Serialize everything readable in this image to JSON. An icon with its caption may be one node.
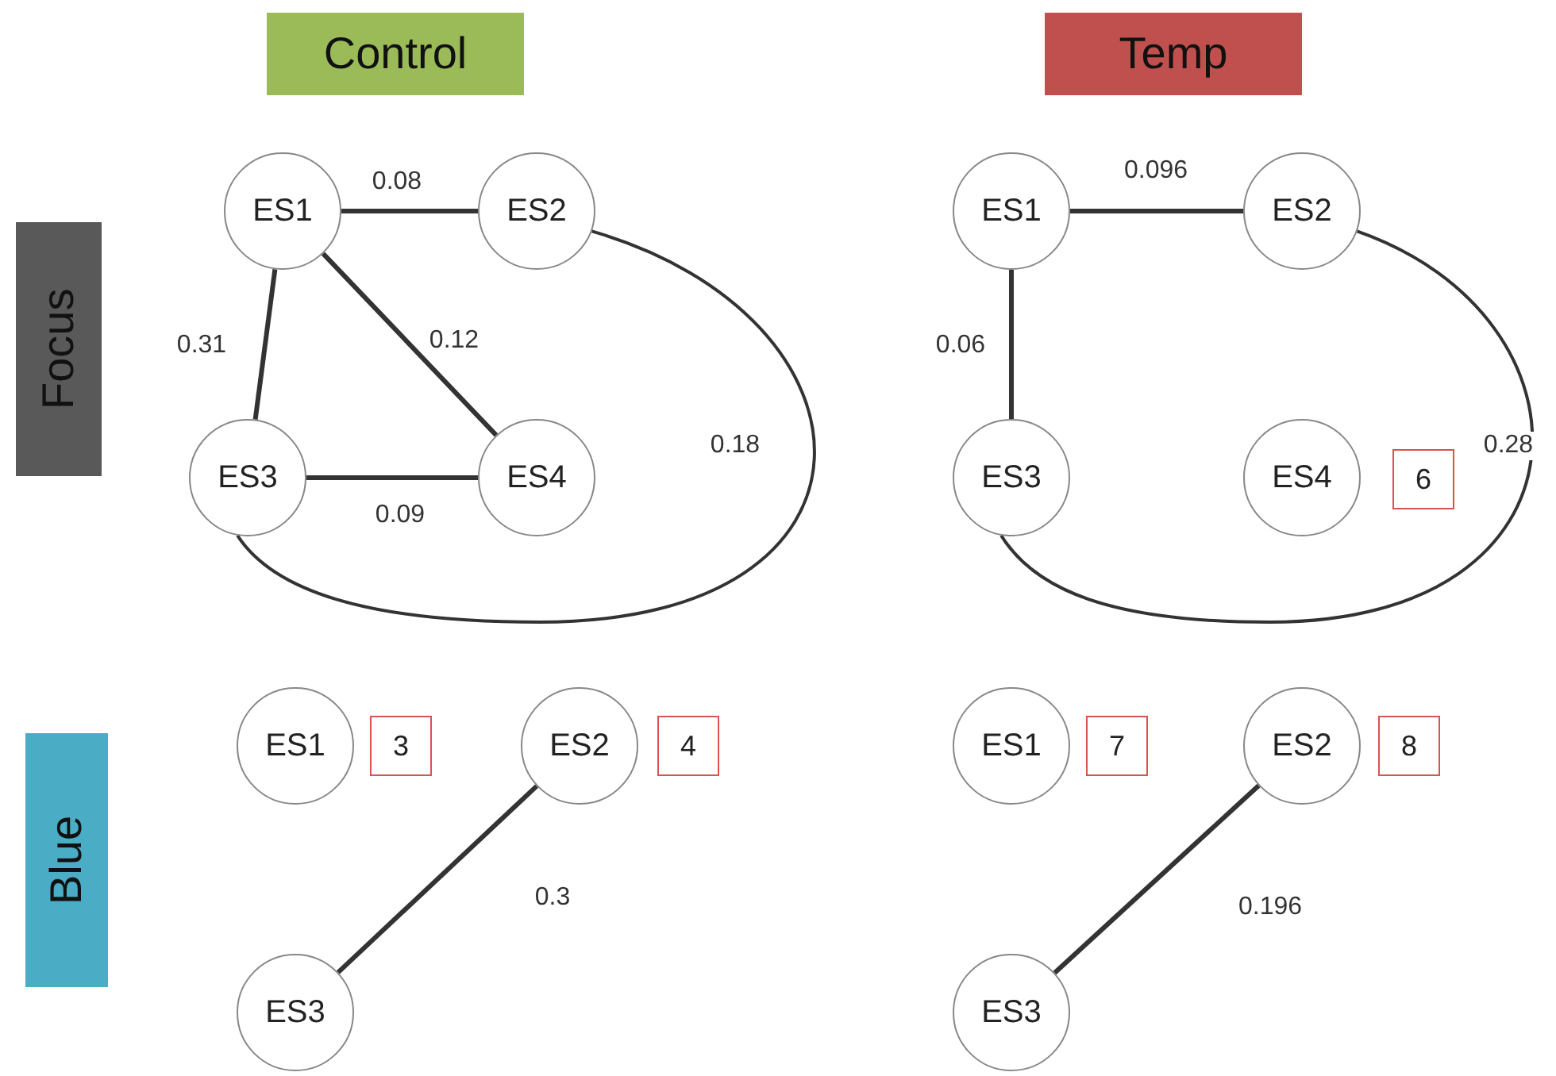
{
  "diagram": {
    "nodes": [
      {
        "text": [
          "Control"
        ]
      },
      {
        "text": [
          "Temp"
        ]
      },
      {
        "text": [
          "Focus"
        ]
      },
      {
        "text": [
          "Blue"
        ]
      },
      {
        "text": [
          "ES1"
        ]
      },
      {
        "text": [
          "ES2"
        ]
      },
      {
        "text": [
          "ES3"
        ]
      },
      {
        "text": [
          "ES4"
        ]
      },
      {
        "text": [
          "ES1"
        ]
      },
      {
        "text": [
          "ES2"
        ]
      },
      {
        "text": [
          "ES3"
        ]
      },
      {
        "text": [
          "ES4"
        ]
      },
      {
        "text": [
          "6"
        ]
      },
      {
        "text": [
          "ES1"
        ]
      },
      {
        "text": [
          "3"
        ]
      },
      {
        "text": [
          "ES2"
        ]
      },
      {
        "text": [
          "4"
        ]
      },
      {
        "text": [
          "ES3"
        ]
      },
      {
        "text": [
          "ES1"
        ]
      },
      {
        "text": [
          "7"
        ]
      },
      {
        "text": [
          "ES2"
        ]
      },
      {
        "text": [
          "8"
        ]
      },
      {
        "text": [
          "ES3"
        ]
      }
    ],
    "edges": [
      {
        "from": 4,
        "to": 5,
        "arrow": "none",
        "label": "0.08"
      },
      {
        "from": 4,
        "to": 6,
        "arrow": "none",
        "label": "0.31"
      },
      {
        "from": 4,
        "to": 7,
        "arrow": "none",
        "label": "0.12"
      },
      {
        "from": 6,
        "to": 7,
        "arrow": "none",
        "label": "0.09"
      },
      {
        "from": 5,
        "to": 6,
        "arrow": "none",
        "label": "0.18"
      },
      {
        "from": 8,
        "to": 9,
        "arrow": "none",
        "label": "0.096"
      },
      {
        "from": 8,
        "to": 10,
        "arrow": "none",
        "label": "0.06"
      },
      {
        "from": 9,
        "to": 10,
        "arrow": "none",
        "label": "0.28"
      },
      {
        "from": 15,
        "to": 17,
        "arrow": "none",
        "label": "0.3"
      },
      {
        "from": 20,
        "to": 22,
        "arrow": "none",
        "label": "0.196"
      }
    ]
  }
}
